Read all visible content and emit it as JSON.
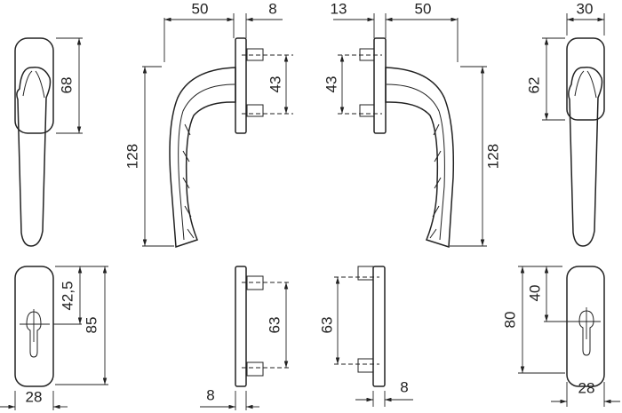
{
  "dimensions": {
    "front_rosette_height": "68",
    "side_lever_projection": "50",
    "side_plate_thickness": "8",
    "side_pin_spacing": "43",
    "side_lever_length": "128",
    "mirror_plate_thickness": "13",
    "mirror_lever_projection": "50",
    "mirror_pin_spacing": "43",
    "mirror_lever_length": "128",
    "front_right_width": "30",
    "front_right_rosette_height": "62",
    "plate_keyhole_offset": "42,5",
    "plate_height": "85",
    "plate_width": "28",
    "plate_side_pin_spacing": "63",
    "plate_side_thickness": "8",
    "plate_mirror_pin_spacing": "63",
    "plate_mirror_thickness": "8",
    "plate_right_keyhole_offset": "40",
    "plate_right_height": "80",
    "plate_right_width": "28"
  },
  "colors": {
    "line": "#222222",
    "background": "#ffffff"
  }
}
